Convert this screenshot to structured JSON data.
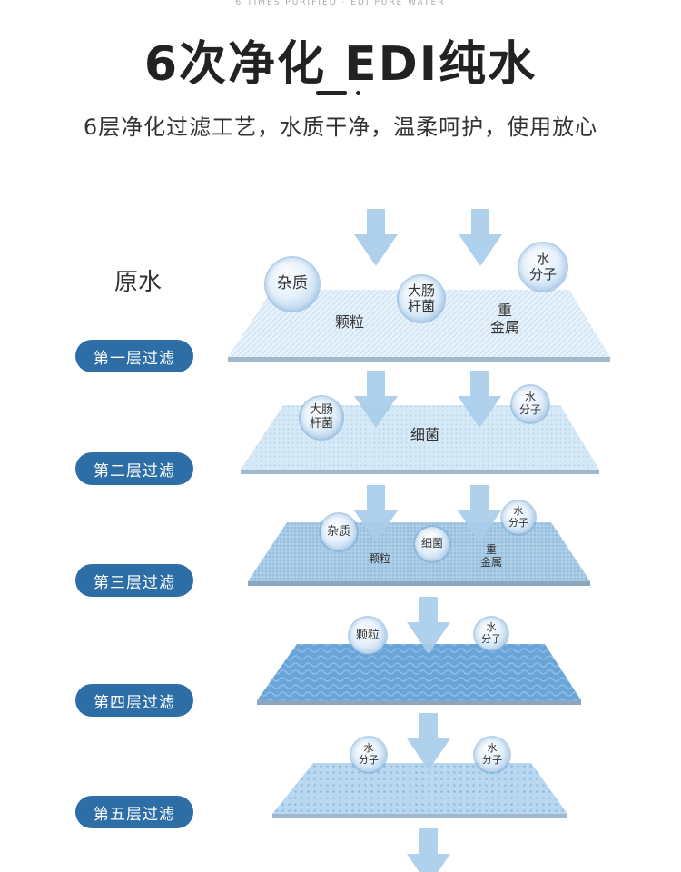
{
  "header": {
    "top_strip_text": "6 TIMES PURIFIED · EDI PURE WATER",
    "title": "6次净化  EDI纯水",
    "subtitle": "6层净化过滤工艺，水质干净，温柔呵护，使用放心"
  },
  "raw_water_label": "原水",
  "layers": [
    {
      "label": "第一层过滤"
    },
    {
      "label": "第二层过滤"
    },
    {
      "label": "第三层过滤"
    },
    {
      "label": "第四层过滤"
    },
    {
      "label": "第五层过滤"
    }
  ],
  "bubbles": {
    "l1_impurity": "杂质",
    "l1_ecoli": "大肠\n杆菌",
    "l1_water": "水\n分子",
    "l2_ecoli": "大肠\n杆菌",
    "l2_water": "水\n分子",
    "l3_impurity": "杂质",
    "l3_bacteria": "细菌",
    "l3_water": "水\n分子",
    "l4_particle": "颗粒",
    "l4_water": "水\n分子",
    "l5_water_a": "水\n分子",
    "l5_water_b": "水\n分子"
  },
  "plate_labels": {
    "l1_particle": "颗粒",
    "l1_heavy_metal": "重\n金属",
    "l2_bacteria": "细菌",
    "l3_particle": "颗粒",
    "l3_heavy_metal": "重\n金属"
  },
  "colors": {
    "pill": "#2d6ea6",
    "arrow": "#a9cdea",
    "plate_1": "#e2eef8",
    "plate_2": "#d3e7f5",
    "plate_3": "#a8cbe6",
    "plate_4": "#6fa8dc",
    "plate_5": "#b6d6f0"
  }
}
